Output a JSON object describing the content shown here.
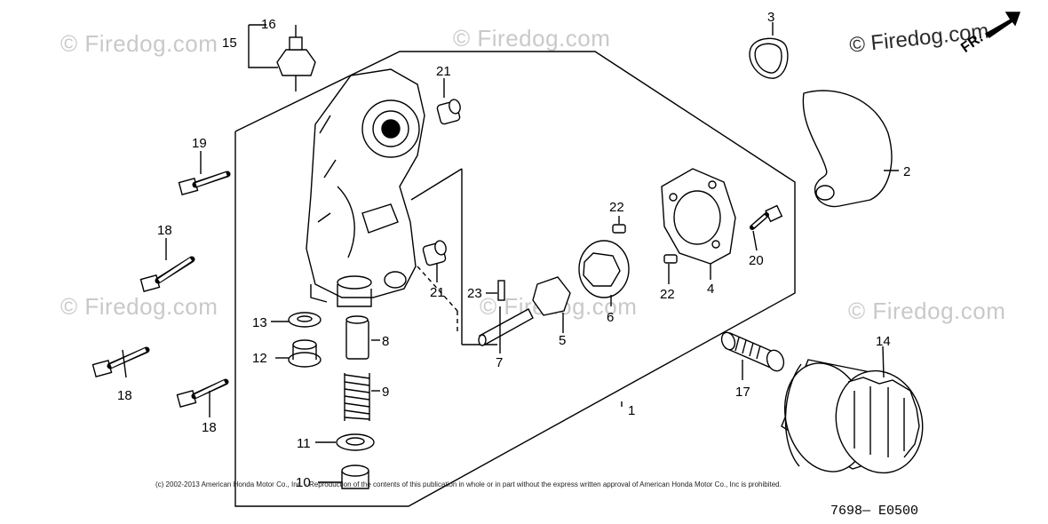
{
  "watermark": {
    "text": "© Firedog.com",
    "main_text": "© Firedog.com"
  },
  "direction_label": "FR.",
  "copyright": "(c) 2002-2013 American Honda Motor Co., Inc. - Reproduction of the contents of this publication in whole or in part without the express written approval of American Honda Motor Co., Inc is prohibited.",
  "part_code": "7698— E0500",
  "callouts": {
    "c1": "1",
    "c2": "2",
    "c3": "3",
    "c4": "4",
    "c5": "5",
    "c6": "6",
    "c7": "7",
    "c8": "8",
    "c9": "9",
    "c10": "10",
    "c11": "11",
    "c12": "12",
    "c13": "13",
    "c14": "14",
    "c15": "15",
    "c16": "16",
    "c17": "17",
    "c18a": "18",
    "c18b": "18",
    "c18c": "18",
    "c19": "19",
    "c20": "20",
    "c21a": "21",
    "c21b": "21",
    "c22a": "22",
    "c22b": "22",
    "c23": "23"
  }
}
